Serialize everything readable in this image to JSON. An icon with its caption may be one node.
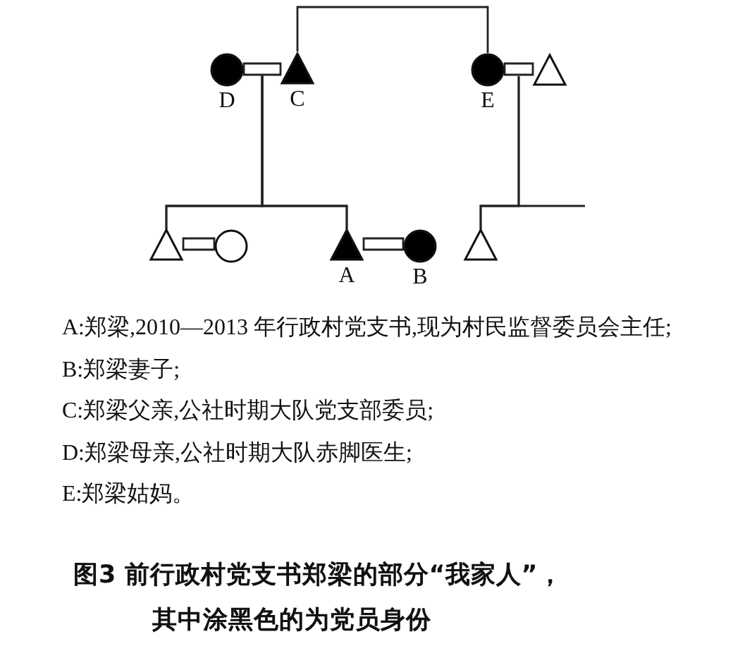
{
  "diagram": {
    "caption": "图3 前行政村党支书郑梁的部分“我家人”，其中涂黑色的为党员身份",
    "nodes": [
      {
        "text": [],
        "shape": "circle",
        "beside": [
          "D"
        ]
      },
      {
        "text": [],
        "shape": "triangle",
        "beside": [
          "C"
        ]
      },
      {
        "text": [],
        "shape": "circle",
        "beside": [
          "E"
        ]
      },
      {
        "text": [],
        "shape": "triangle"
      },
      {
        "text": [],
        "shape": "triangle"
      },
      {
        "text": [],
        "shape": "circle"
      },
      {
        "text": [],
        "shape": "triangle",
        "beside": [
          "A"
        ]
      },
      {
        "text": [],
        "shape": "circle",
        "beside": [
          "B"
        ]
      },
      {
        "text": [],
        "shape": "triangle"
      }
    ],
    "edges": [
      {
        "from": 0,
        "to": 1,
        "arrow": "none"
      },
      {
        "from": 1,
        "to": 2,
        "arrow": "none"
      },
      {
        "from": 2,
        "to": 3,
        "arrow": "none"
      },
      {
        "from": 0,
        "to": 4,
        "arrow": "none"
      },
      {
        "from": 1,
        "to": 4,
        "arrow": "none"
      },
      {
        "from": 0,
        "to": 6,
        "arrow": "none"
      },
      {
        "from": 1,
        "to": 6,
        "arrow": "none"
      },
      {
        "from": 4,
        "to": 5,
        "arrow": "none"
      },
      {
        "from": 6,
        "to": 7,
        "arrow": "none"
      },
      {
        "from": 2,
        "to": 8,
        "arrow": "none"
      },
      {
        "from": 3,
        "to": 8,
        "arrow": "none"
      }
    ],
    "labels": [
      "A:郑梁,2010—2013 年行政村党支书,现为村民监督委员会主任;",
      "B:郑梁妻子;",
      "C:郑梁父亲,公社时期大队党支部委员;",
      "D:郑梁母亲,公社时期大队赤脚医生;",
      "E:郑梁姑妈。"
    ]
  }
}
